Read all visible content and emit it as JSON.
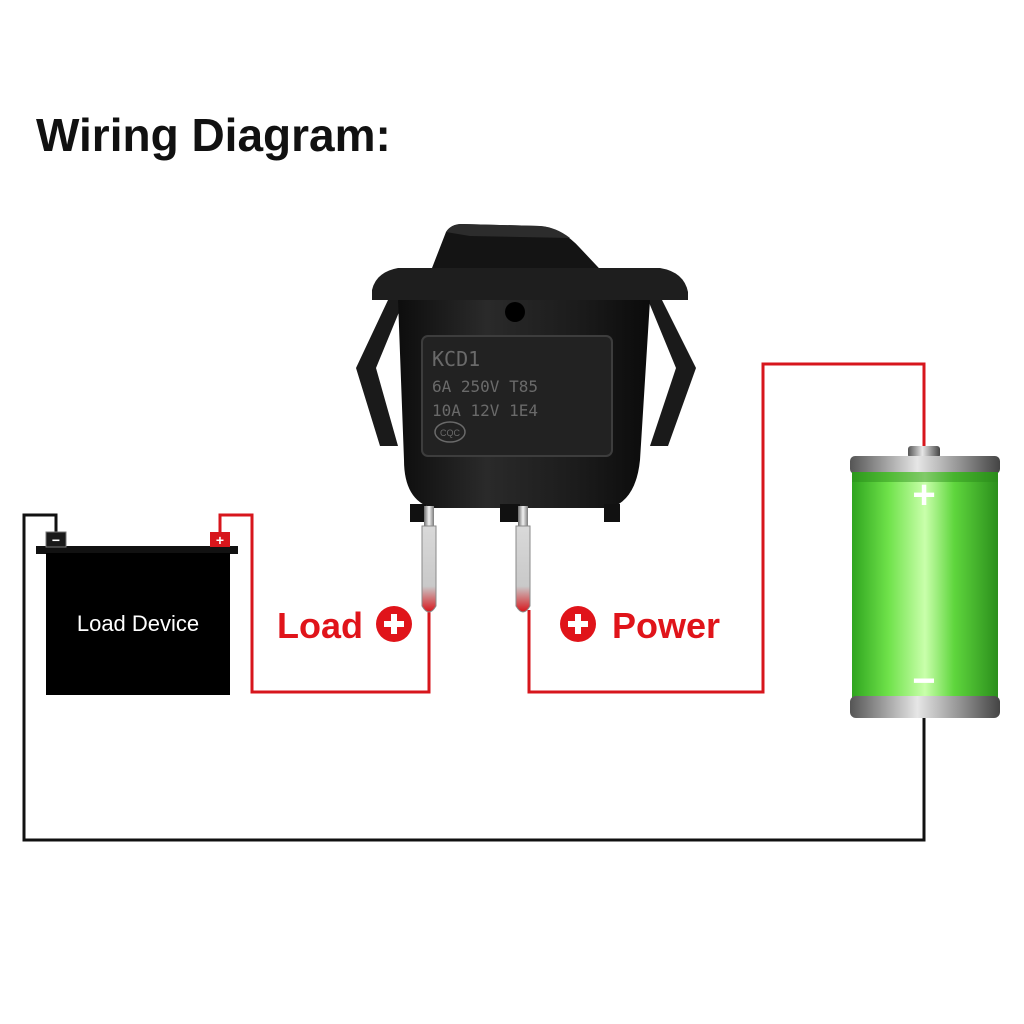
{
  "title": "Wiring Diagram:",
  "load_device": {
    "label": "Load Device",
    "neg_symbol": "−",
    "pos_symbol": "+"
  },
  "switch": {
    "marking_lines": [
      "KCD1",
      "6A 250V T85",
      "10A 12V 1E4"
    ],
    "cert_mark": "CQC"
  },
  "terminals": {
    "load_label": "Load",
    "power_label": "Power",
    "plus_symbol": "+"
  },
  "battery": {
    "pos_symbol": "+",
    "neg_symbol": "−"
  },
  "colors": {
    "positive_wire": "#d7161c",
    "negative_wire": "#111111",
    "battery_green": "#4fd13a",
    "label_red": "#e0141a",
    "switch_body": "#1a1a1a"
  }
}
